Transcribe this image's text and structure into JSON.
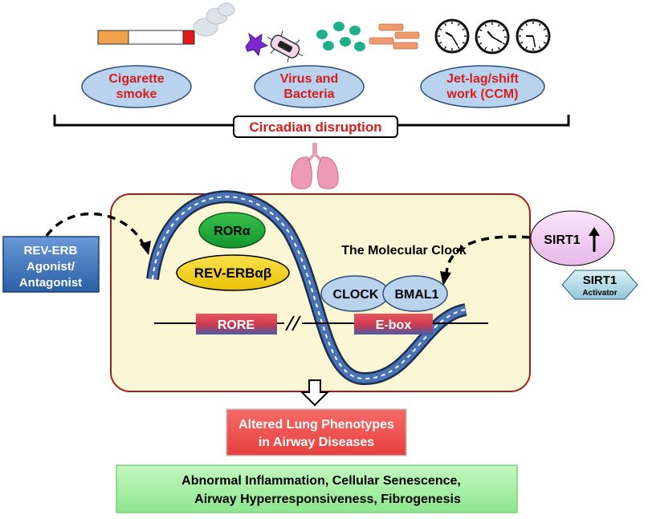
{
  "causes": [
    {
      "line1": "Cigarette",
      "line2": "smoke",
      "icon": "cigarette-icon"
    },
    {
      "line1": "Virus and",
      "line2": "Bacteria",
      "icon": "microbe-icon"
    },
    {
      "line1": "Jet-lag/shift",
      "line2": "work (CCM)",
      "icon": "clock-icon"
    }
  ],
  "disruption_label": "Circadian disruption",
  "clock": {
    "title": "The Molecular Clock",
    "ror": "RORα",
    "reverb": "REV-ERBαβ",
    "clock_protein": "CLOCK",
    "bmal": "BMAL1",
    "rore": "RORE",
    "ebox": "E-box"
  },
  "rev_erb_box": {
    "line1": "REV-ERB",
    "line2": "Agonist/",
    "line3": "Antagonist"
  },
  "sirt": {
    "label": "SIRT1",
    "activator_line1": "SIRT1",
    "activator_line2": "Activator"
  },
  "phenotype": {
    "line1": "Altered Lung Phenotypes",
    "line2": "in Airway Diseases"
  },
  "outcomes": {
    "line1": "Abnormal Inflammation, Cellular Senescence,",
    "line2": "Airway Hyperresponsiveness, Fibrogenesis"
  },
  "colors": {
    "ellipse_fill": "#b9d3ef",
    "clock_panel": "#fbf7d5",
    "panel_border": "#a31d1d",
    "ror_green": "#1ea83a",
    "reverb_yellow": "#f4d21a",
    "phenotype_red": "#f04a48",
    "outcome_green": "#a5f0a5",
    "helix_blue": "#4a73b5"
  }
}
